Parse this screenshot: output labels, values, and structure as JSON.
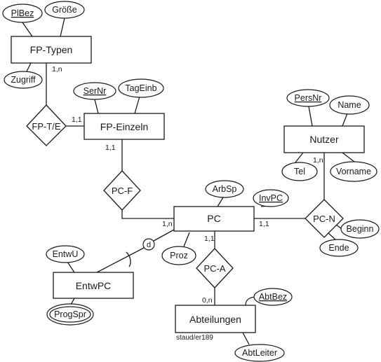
{
  "entities": {
    "fp_typen": "FP-Typen",
    "fp_einzeln": "FP-Einzeln",
    "nutzer": "Nutzer",
    "pc": "PC",
    "entwpc": "EntwPC",
    "abteilungen": "Abteilungen"
  },
  "relationships": {
    "fp_te": "FP-T/E",
    "pc_f": "PC-F",
    "pc_n": "PC-N",
    "pc_a": "PC-A",
    "specialization": "d"
  },
  "attributes": {
    "plbez": "PlBez",
    "groesse": "Größe",
    "zugriff": "Zugriff",
    "sernr": "SerNr",
    "tageinb": "TagEinb",
    "persnr": "PersNr",
    "name": "Name",
    "tel": "Tel",
    "vorname": "Vorname",
    "arbsp": "ArbSp",
    "invpc": "InvPC",
    "proz": "Proz",
    "beginn": "Beginn",
    "ende": "Ende",
    "entwu": "EntwU",
    "progspr": "ProgSpr",
    "abtbez": "AbtBez",
    "abtleiter": "AbtLeiter"
  },
  "cardinalities": {
    "fp_typen_fpte": "1,n",
    "fp_einzeln_fpte": "1,1",
    "fp_einzeln_pcf": "1,1",
    "pc_pcf": "1,n",
    "nutzer_pcn": "1,n",
    "pc_pcn": "1,1",
    "pc_pca": "1,1",
    "abteilungen_pca": "0,n"
  },
  "note": "staud/er189"
}
